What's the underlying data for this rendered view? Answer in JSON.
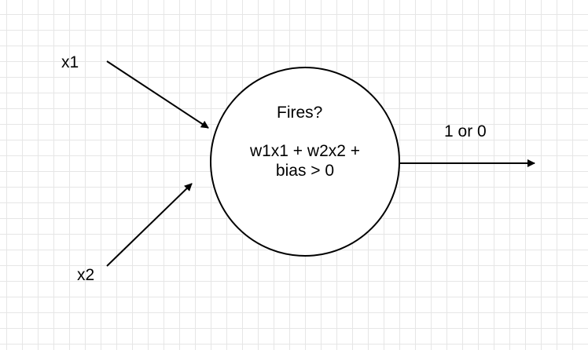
{
  "diagram": {
    "input_1": "x1",
    "input_2": "x2",
    "neuron": {
      "title": "Fires?",
      "formula_line_1": "w1x1 + w2x2 +",
      "formula_line_2": "bias > 0"
    },
    "output_label": "1 or 0"
  },
  "colors": {
    "stroke": "#000000",
    "grid": "#e6e6e6",
    "background": "#ffffff"
  }
}
